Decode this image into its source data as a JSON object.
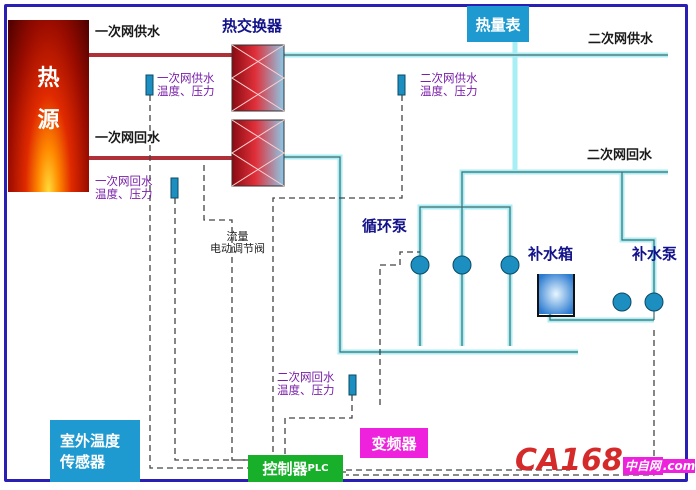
{
  "title": "换热站控制系统示意图",
  "heat_source": {
    "line1": "热",
    "line2": "源"
  },
  "labels": {
    "primary_supply": "一次网供水",
    "primary_return": "一次网回水",
    "heat_exchanger": "热交换器",
    "heat_meter": "热量表",
    "secondary_supply": "二次网供水",
    "secondary_return": "二次网回水",
    "circulation_pump": "循环泵",
    "makeup_tank": "补水箱",
    "makeup_pump": "补水泵",
    "flow_valve_line1": "流量",
    "flow_valve_line2": "电动调节阀"
  },
  "sensors": {
    "primary_supply": {
      "line1": "一次网供水",
      "line2": "温度、压力"
    },
    "primary_return": {
      "line1": "一次网回水",
      "line2": "温度、压力"
    },
    "secondary_supply": {
      "line1": "二次网供水",
      "line2": "温度、压力"
    },
    "secondary_return": {
      "line1": "二次网回水",
      "line2": "温度、压力"
    }
  },
  "boxes": {
    "outdoor_sensor_line1": "室外温度",
    "outdoor_sensor_line2": "传感器",
    "controller": "控制器",
    "controller_suffix": "PLC",
    "vfd": "变频器"
  },
  "watermark": {
    "brand": "CA168",
    "cn": "中自网",
    "domain": ".com"
  },
  "colors": {
    "frame": "#2a1fb5",
    "hot_pipe": "#b0303a",
    "cold_pipe": "#a8eef5",
    "sensor": "#1c8fc0",
    "heat_meter_box": "#1e9ad0",
    "controller_box": "#18b02a",
    "vfd_box": "#ee22dd"
  }
}
